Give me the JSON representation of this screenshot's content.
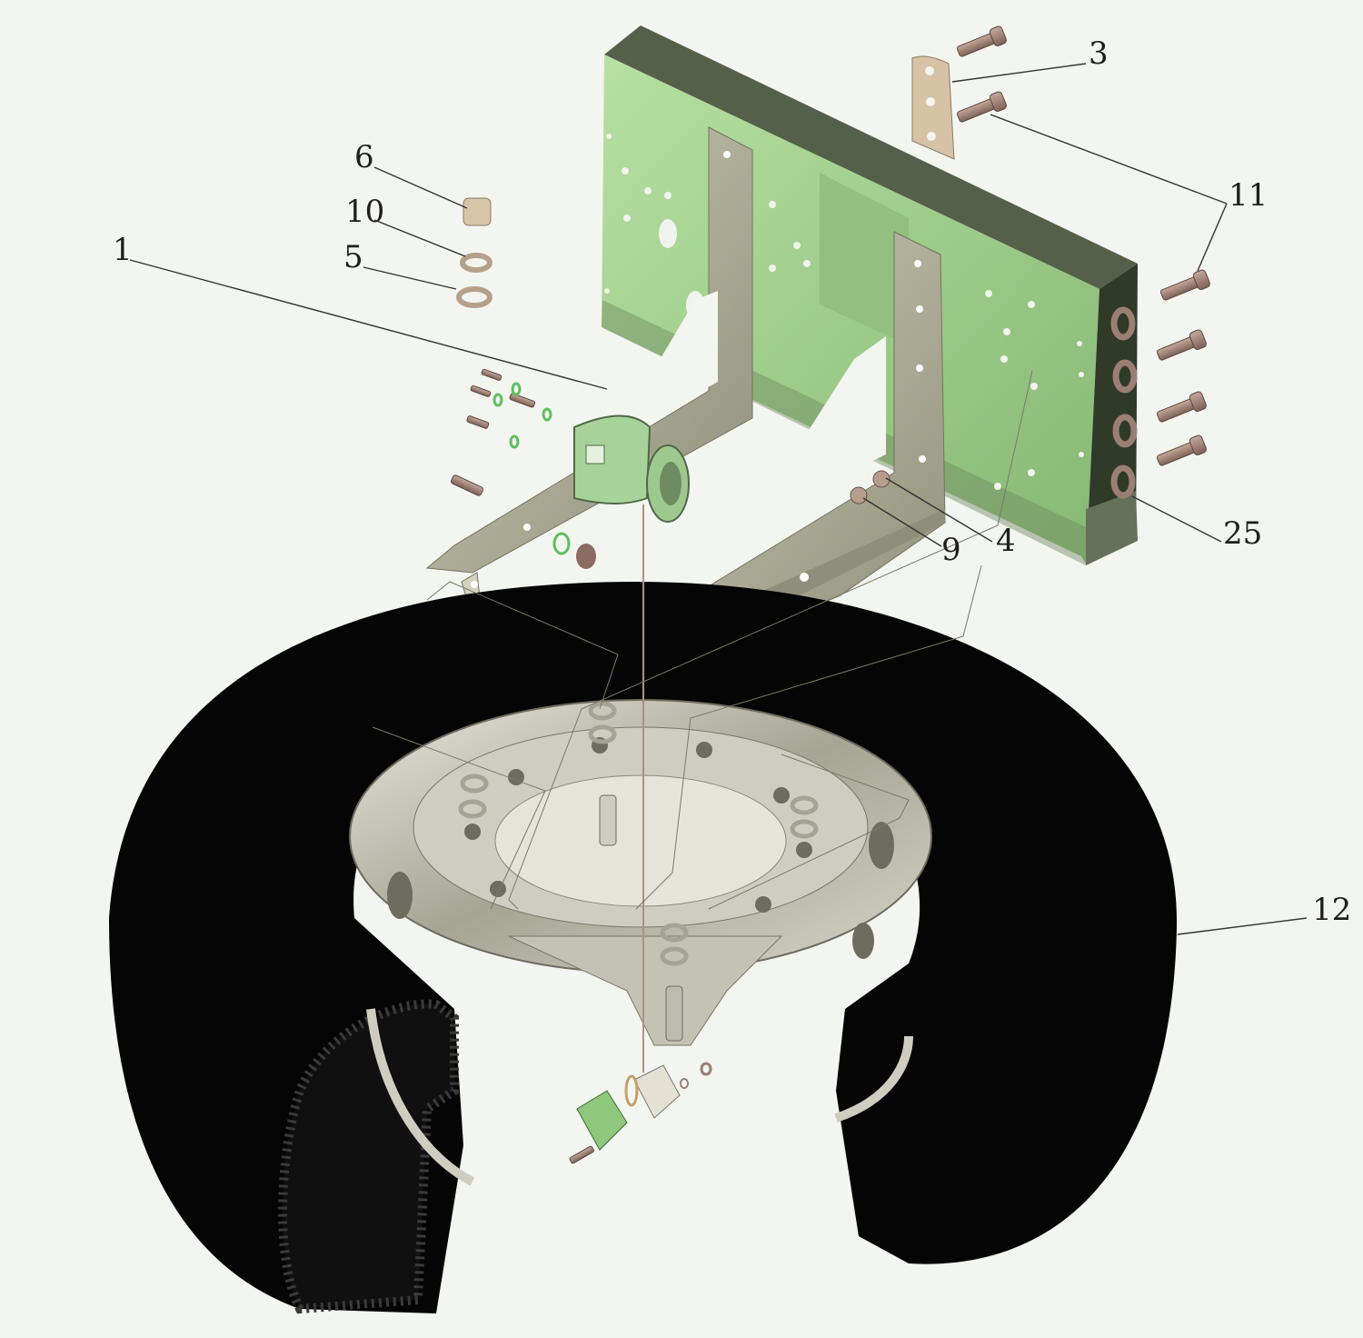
{
  "callouts": {
    "c1": "1",
    "c3": "3",
    "c4": "4",
    "c5": "5",
    "c6": "6",
    "c9": "9",
    "c10": "10",
    "c11": "11",
    "c12": "12",
    "c25": "25"
  },
  "colors": {
    "background": "#f3f5f1",
    "frame_green": "#9fcf8a",
    "frame_dark": "#4f5c45",
    "bracket": "#b7b69f",
    "tire": "#050505",
    "rim": "#b9b7a6",
    "bolt": "#a58679",
    "strap": "#d6c2a5",
    "leader": "#333333"
  },
  "icons": {
    "frame": "frame-rail-shape",
    "bracket": "spare-wheel-carrier-shape",
    "winch": "winch-shape",
    "wheel": "spare-wheel-shape"
  }
}
